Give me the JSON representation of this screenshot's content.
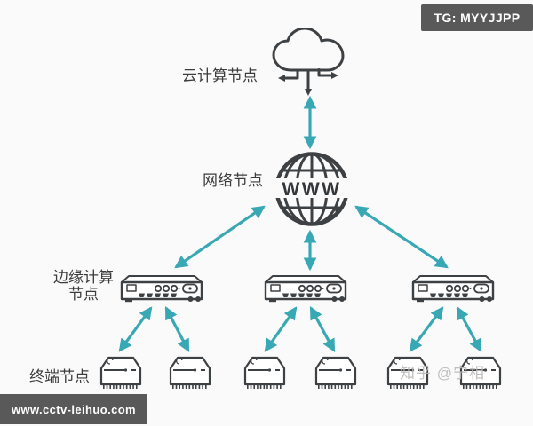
{
  "canvas": {
    "background": "#fbfafa"
  },
  "colors": {
    "arrow": "#38a8b5",
    "icon_stroke": "#3e4144",
    "label_text": "#3c3c3c",
    "badge_background": "#595959",
    "badge_text": "#ffffff",
    "watermark_text": "#bbb8b6"
  },
  "badges": {
    "top_right": {
      "text": "TG: MYYJJPP"
    },
    "bottom_left": {
      "text": "www.cctv-leihuo.com"
    }
  },
  "watermark": {
    "text": "知乎 @宁相"
  },
  "nodes": {
    "cloud": {
      "label": "云计算节点",
      "count": 1
    },
    "network": {
      "label": "网络节点",
      "globe_text": "WWW",
      "count": 1
    },
    "edge": {
      "label_line1": "边缘计算",
      "label_line2": "节点",
      "count": 3
    },
    "terminal": {
      "label": "终端节点",
      "count": 6
    }
  },
  "diagram": {
    "type": "hierarchical-network-topology",
    "levels": [
      "云计算节点",
      "网络节点",
      "边缘计算节点",
      "终端节点"
    ],
    "arrow_style": "bidirectional",
    "edges": [
      "cloud ↔ network",
      "network ↔ edge-1",
      "network ↔ edge-2",
      "network ↔ edge-3",
      "edge-1 ↔ terminal-1",
      "edge-1 ↔ terminal-2",
      "edge-2 ↔ terminal-3",
      "edge-2 ↔ terminal-4",
      "edge-3 ↔ terminal-5",
      "edge-3 ↔ terminal-6"
    ]
  }
}
